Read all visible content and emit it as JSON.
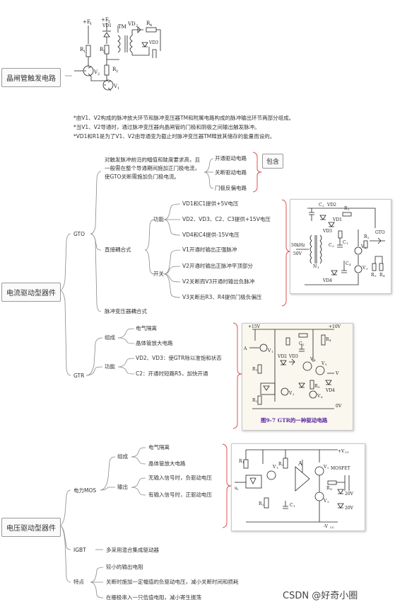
{
  "sections": {
    "thyristor": {
      "title": "晶闸管触发电路",
      "notes": [
        "*由V1、V2构成的脉冲放大环节和脉冲变压器TM和附属电路构成的脉冲输出环节两部分组成。",
        "*当V1、V2导通时，通过脉冲变压器向晶闸管的门极和阴极之间输出触发脉冲。",
        "*VD1和R1是为了V1、V2由导通变为截止时脉冲变压器TM释放其储存的能量而设的。"
      ],
      "circuit_labels": [
        "+E1",
        "+E2",
        "R1",
        "R3",
        "VD1",
        "TM",
        "VD2",
        "R4",
        "VD3",
        "V2",
        "R2",
        "V1"
      ]
    },
    "current": {
      "title": "电流驱动型器件",
      "gto": {
        "label": "GTO",
        "requirement": "对触发脉冲前沿的幅值和陡度要求高，且一般需在整个导通期间施加正门极电流，使GTO关断需施加负门极电流。",
        "circuits": [
          "开通驱动电路",
          "关断驱动电路",
          "门极反偏电路"
        ],
        "contains": "包含",
        "direct": {
          "label": "直接耦合式",
          "function": {
            "label": "功能",
            "items": [
              "VD1和C1提供+5V电压",
              "VD2、VD3、C2、C3提供+15V电压",
              "VD4和C4提供-15V电压"
            ]
          },
          "switch": {
            "label": "开关",
            "items": [
              "V1开通时输出正强脉冲",
              "V2开通时输出正脉冲平顶部分",
              "V2关断而V3开通时输出负脉冲",
              "V3关断后R3、R4提供门极负偏压"
            ]
          }
        },
        "pulse_transformer": "脉冲变压器耦合式",
        "circuit_labels": [
          "C2",
          "VD2",
          "R1",
          "VD3",
          "C3",
          "50kHz",
          "50V",
          "N1",
          "C1",
          "R2",
          "V1",
          "GTO",
          "VD4",
          "C4",
          "V3",
          "R3",
          "R4",
          "VD1"
        ]
      },
      "gtr": {
        "label": "GTR",
        "composition": {
          "label": "组成",
          "items": [
            "电气隔离",
            "晶体管放大电路"
          ]
        },
        "function": {
          "label": "功能",
          "items": [
            "VD2、VD3：使GTR除以准饱和状态",
            "C2：开通时短路R5，加快开通"
          ]
        },
        "caption": "图9-7 GTR的一种驱动电路",
        "circuit_labels": [
          "+15V",
          "+10V",
          "A",
          "V1",
          "C2",
          "R4",
          "R1",
          "VD2",
          "VD3",
          "V",
          "V4",
          "R2",
          "V2",
          "V5",
          "VD4",
          "R5",
          "V6",
          "0V"
        ]
      }
    },
    "voltage": {
      "title": "电压驱动型器件",
      "mos": {
        "label": "电力MOS",
        "composition": {
          "label": "组成",
          "items": [
            "电气隔离",
            "晶体管放大电路"
          ]
        },
        "output": {
          "label": "输出",
          "items": [
            "无输入信号时，负驱动电压",
            "有输入信号时，正驱动电压"
          ]
        },
        "circuit_labels": [
          "+Vcc",
          "R1",
          "V1",
          "R3",
          "A",
          "V2",
          "MOSFET",
          "ui",
          "RG",
          "20V",
          "R2",
          "C1",
          "V3",
          "20V",
          "-Vcc"
        ]
      },
      "igbt": {
        "label": "IGBT",
        "text": "多采用混合集成驱动器"
      },
      "features": {
        "label": "特点",
        "items": [
          "较小的输出电阻",
          "关断时施加一定幅值的负驱动电压，减小关断时间和损耗",
          "在栅极串入一只低值电阻，减小寄生振荡"
        ]
      }
    }
  },
  "watermark": "CSDN @好奇小圈",
  "colors": {
    "accent": "#e05050",
    "line": "#888888",
    "caption": "#5b2aa0"
  }
}
